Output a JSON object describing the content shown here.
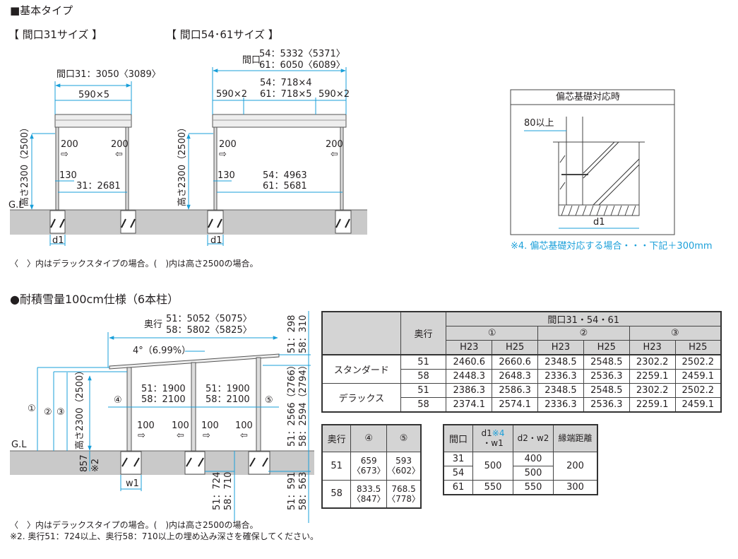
{
  "section1": {
    "title": "■基本タイプ",
    "size31": {
      "heading": "【 間口31サイズ 】",
      "width_label": "間口31：3050〈3089〉",
      "panels": "590×5",
      "height": "高さ2300（2500）",
      "gl": "G.L",
      "gap_left": "200",
      "gap_right": "200",
      "offset": "130",
      "inner": "31：2681",
      "d1": "d1"
    },
    "size54_61": {
      "heading": "【 間口54･61サイズ 】",
      "width_prefix": "間口",
      "width_54": "54：5332〈5371〉",
      "width_61": "61：6050〈6089〉",
      "panels_left": "590×2",
      "panels_mid_54": "54：718×4",
      "panels_mid_61": "61：718×5",
      "panels_right": "590×2",
      "height": "高さ2300（2500）",
      "gap_left": "200",
      "gap_right": "200",
      "offset": "130",
      "inner_54": "54：4963",
      "inner_61": "61：5681",
      "d1": "d1"
    },
    "offset_foundation": {
      "title": "偏芯基礎対応時",
      "min_offset": "80以上",
      "d1": "d1",
      "note": "※4. 偏芯基礎対応する場合・・・下記＋300mm"
    },
    "note": "〈　〉内はデラックスタイプの場合。(　)内は高さ2500の場合。"
  },
  "section2": {
    "title": "●耐積雪量100cm仕様（6本柱）",
    "depth_prefix": "奥行",
    "depth_51": "51：5052〈5075〉",
    "depth_58": "58：5802〈5825〉",
    "slope": "4°（6.99%）",
    "circles": [
      "①",
      "②",
      "③",
      "④",
      "⑤"
    ],
    "height": "高さ2300（2500）",
    "gl": "G.L",
    "embed": "857",
    "embed_note": "※2",
    "span1_51": "51：1900",
    "span1_58": "58：2100",
    "span2_51": "51：1900",
    "span2_58": "58：2100",
    "gaps": [
      "100",
      "100",
      "100",
      "100"
    ],
    "w1": "w1",
    "right_top": [
      "51：298",
      "58：310"
    ],
    "right_mid": [
      "51：2566（2766）",
      "58：2594（2794）"
    ],
    "right_bottom": [
      "51：591",
      "58：563"
    ],
    "mid_bottom": [
      "51：724",
      "58：710"
    ],
    "note1": "〈　〉内はデラックスタイプの場合。(　)内は高さ2500の場合。",
    "note2": "※2. 奥行51：724以上、奥行58：710以上の埋め込み深さを確保してください。"
  },
  "tables": {
    "main": {
      "depth_header": "奥行",
      "width_header": "間口31・54・61",
      "groups": [
        "①",
        "②",
        "③"
      ],
      "sub": [
        "H23",
        "H25",
        "H23",
        "H25",
        "H23",
        "H25"
      ],
      "rows": [
        {
          "type": "スタンダード",
          "depth": "51",
          "values": [
            "2460.6",
            "2660.6",
            "2348.5",
            "2548.5",
            "2302.2",
            "2502.2"
          ]
        },
        {
          "type": "スタンダード",
          "depth": "58",
          "values": [
            "2448.3",
            "2648.3",
            "2336.3",
            "2536.3",
            "2259.1",
            "2459.1"
          ]
        },
        {
          "type": "デラックス",
          "depth": "51",
          "values": [
            "2386.3",
            "2586.3",
            "2348.5",
            "2548.5",
            "2302.2",
            "2502.2"
          ]
        },
        {
          "type": "デラックス",
          "depth": "58",
          "values": [
            "2374.1",
            "2574.1",
            "2336.3",
            "2536.3",
            "2259.1",
            "2459.1"
          ]
        }
      ]
    },
    "offsets": {
      "headers": [
        "奥行",
        "④",
        "⑤"
      ],
      "rows": [
        {
          "depth": "51",
          "c4": "659",
          "c4_dx": "〈673〉",
          "c5": "593",
          "c5_dx": "〈602〉"
        },
        {
          "depth": "58",
          "c4": "833.5",
          "c4_dx": "〈847〉",
          "c5": "768.5",
          "c5_dx": "〈778〉"
        }
      ]
    },
    "foundation": {
      "headers": {
        "width": "間口",
        "d1": "d1",
        "d1_note": "※4",
        "w1": "・w1",
        "d2w2": "d2・w2",
        "edge": "縁端距離"
      },
      "rows": [
        {
          "width": "31",
          "d1w1": "500",
          "d2w2": "400",
          "edge": "200"
        },
        {
          "width": "54",
          "d2w2": "500"
        },
        {
          "width": "61",
          "d1w1": "550",
          "d2w2": "550",
          "edge": "300"
        }
      ]
    }
  }
}
